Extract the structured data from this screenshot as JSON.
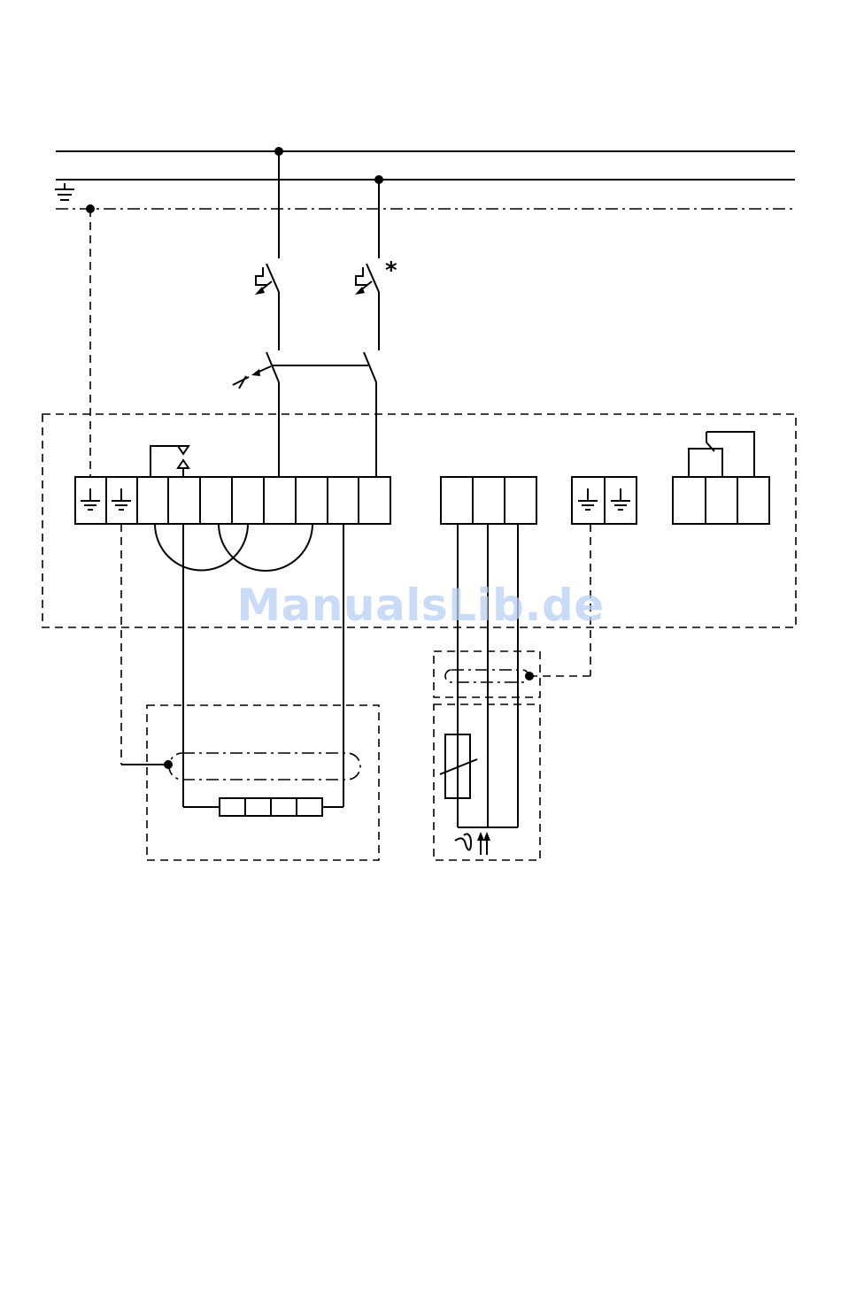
{
  "diagram": {
    "annotations": {
      "asterisk": "*"
    },
    "watermark": "ManualsLib.de",
    "colors": {
      "line": "#000000",
      "watermark": "#b8cff3",
      "background": "#ffffff"
    },
    "icons": [
      "ground-symbol",
      "circuit-breaker-thermal",
      "manual-switch",
      "temperature-sensor-theta",
      "resistor",
      "relay-contact"
    ]
  }
}
